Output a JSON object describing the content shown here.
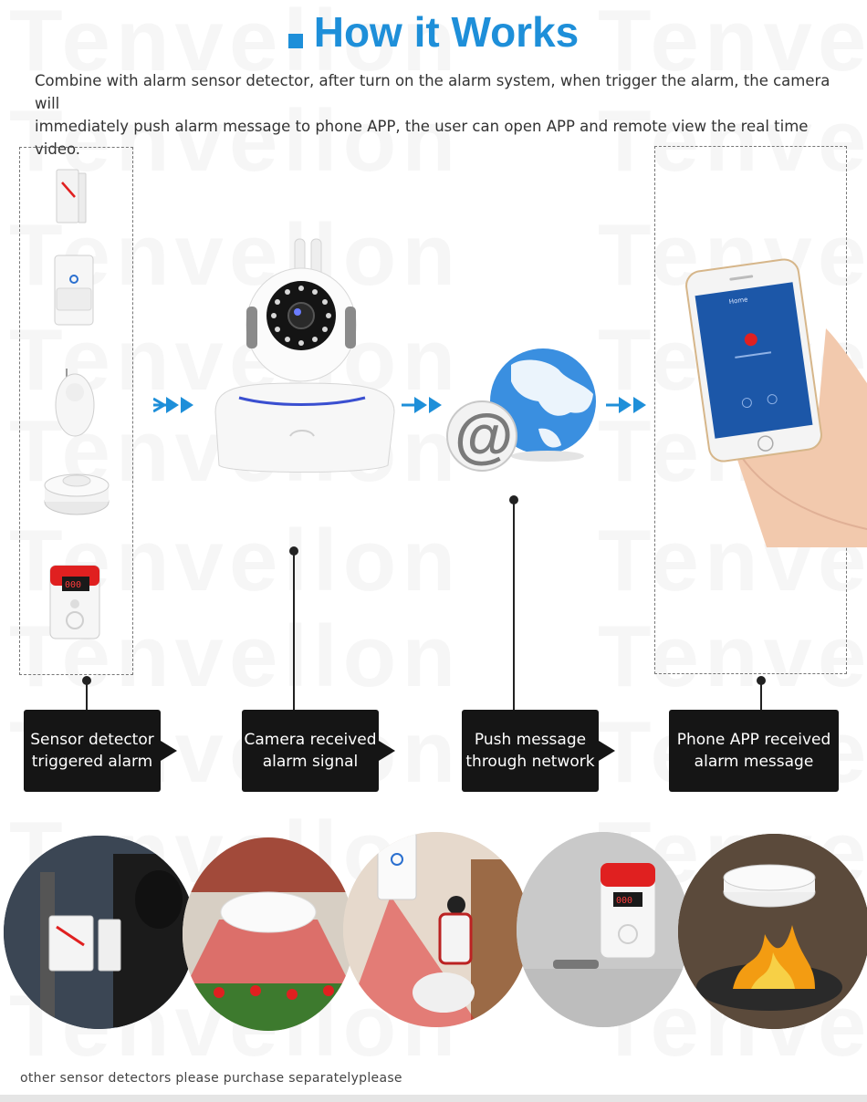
{
  "watermark": "Tenvellon",
  "header": {
    "title": "How it Works"
  },
  "intro": {
    "line1": "Combine with alarm sensor detector, after turn on the alarm system, when trigger the alarm, the camera will",
    "line2": "immediately push alarm message to phone APP, the user can open APP and remote view the real time video."
  },
  "colors": {
    "accent": "#1e8fd9",
    "label_bg": "#151515",
    "alarm_red": "#e02020"
  },
  "icons": {
    "arrow": "double-chevron-right-icon",
    "network": "at-sign-globe-icon",
    "camera": "ip-camera-icon",
    "phone": "smartphone-icon"
  },
  "steps": [
    {
      "line1": "Sensor detector",
      "line2": "triggered alarm"
    },
    {
      "line1": "Camera received",
      "line2": "alarm signal"
    },
    {
      "line1": "Push message",
      "line2": "through network"
    },
    {
      "line1": "Phone APP received",
      "line2": "alarm message"
    }
  ],
  "phone_screen": {
    "app_title": "Home"
  },
  "footer": {
    "note": "other sensor detectors please purchase separatelyplease"
  }
}
